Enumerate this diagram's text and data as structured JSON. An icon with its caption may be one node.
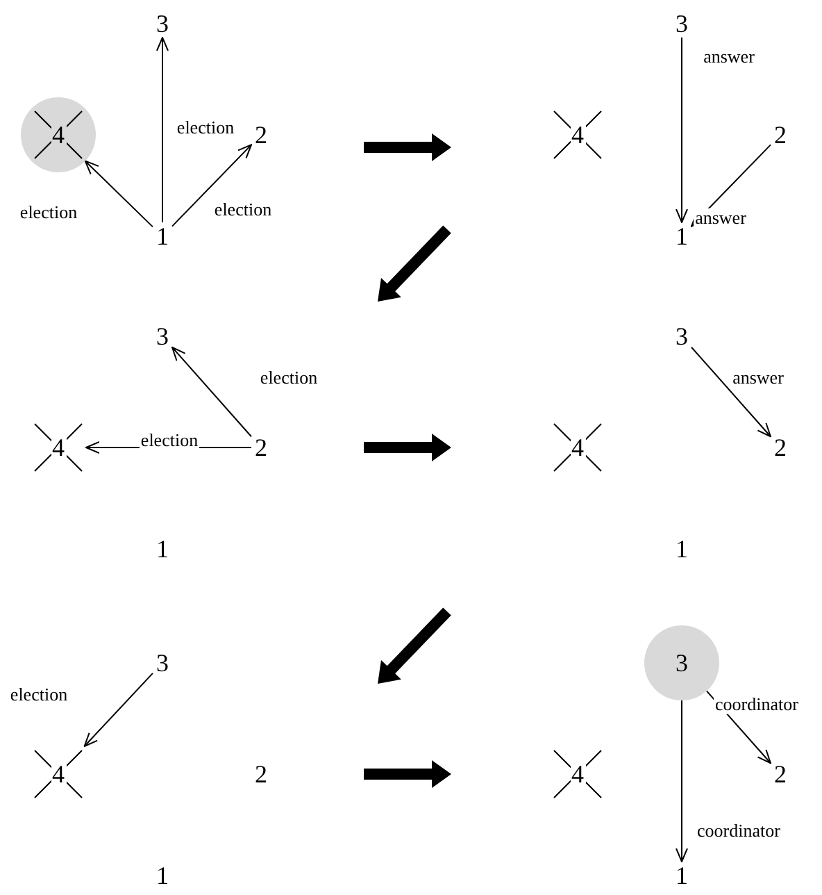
{
  "diagram": {
    "nodes": [
      {
        "text": [
          "3"
        ]
      },
      {
        "text": [
          "4"
        ]
      },
      {
        "text": [
          "2"
        ]
      },
      {
        "text": [
          "1"
        ]
      },
      {
        "text": [
          "3"
        ]
      },
      {
        "text": [
          "4"
        ]
      },
      {
        "text": [
          "2"
        ]
      },
      {
        "text": [
          "1"
        ]
      },
      {
        "text": [
          "3"
        ]
      },
      {
        "text": [
          "4"
        ]
      },
      {
        "text": [
          "2"
        ]
      },
      {
        "text": [
          "1"
        ]
      },
      {
        "text": [
          "3"
        ]
      },
      {
        "text": [
          "4"
        ]
      },
      {
        "text": [
          "2"
        ]
      },
      {
        "text": [
          "1"
        ]
      },
      {
        "text": [
          "3"
        ]
      },
      {
        "text": [
          "4"
        ]
      },
      {
        "text": [
          "2"
        ]
      },
      {
        "text": [
          "1"
        ]
      },
      {
        "text": [
          "3"
        ]
      },
      {
        "text": [
          "4"
        ]
      },
      {
        "text": [
          "2"
        ]
      },
      {
        "text": [
          "1"
        ]
      }
    ],
    "edges": [
      {
        "from": 3,
        "to": 0,
        "arrow": "to",
        "label": "election"
      },
      {
        "from": 3,
        "to": 1,
        "arrow": "to",
        "label": "election"
      },
      {
        "from": 3,
        "to": 2,
        "arrow": "to",
        "label": "election"
      },
      {
        "from": 4,
        "to": 7,
        "arrow": "to",
        "label": "answer"
      },
      {
        "from": 6,
        "to": 7,
        "arrow": "to",
        "label": "answer"
      },
      {
        "from": 10,
        "to": 8,
        "arrow": "to",
        "label": "election"
      },
      {
        "from": 10,
        "to": 9,
        "arrow": "to",
        "label": "election"
      },
      {
        "from": 12,
        "to": 14,
        "arrow": "to",
        "label": "answer"
      },
      {
        "from": 16,
        "to": 17,
        "arrow": "to",
        "label": "election"
      },
      {
        "from": 20,
        "to": 22,
        "arrow": "to",
        "label": "coordinator"
      },
      {
        "from": 20,
        "to": 23,
        "arrow": "to",
        "label": "coordinator"
      }
    ]
  }
}
